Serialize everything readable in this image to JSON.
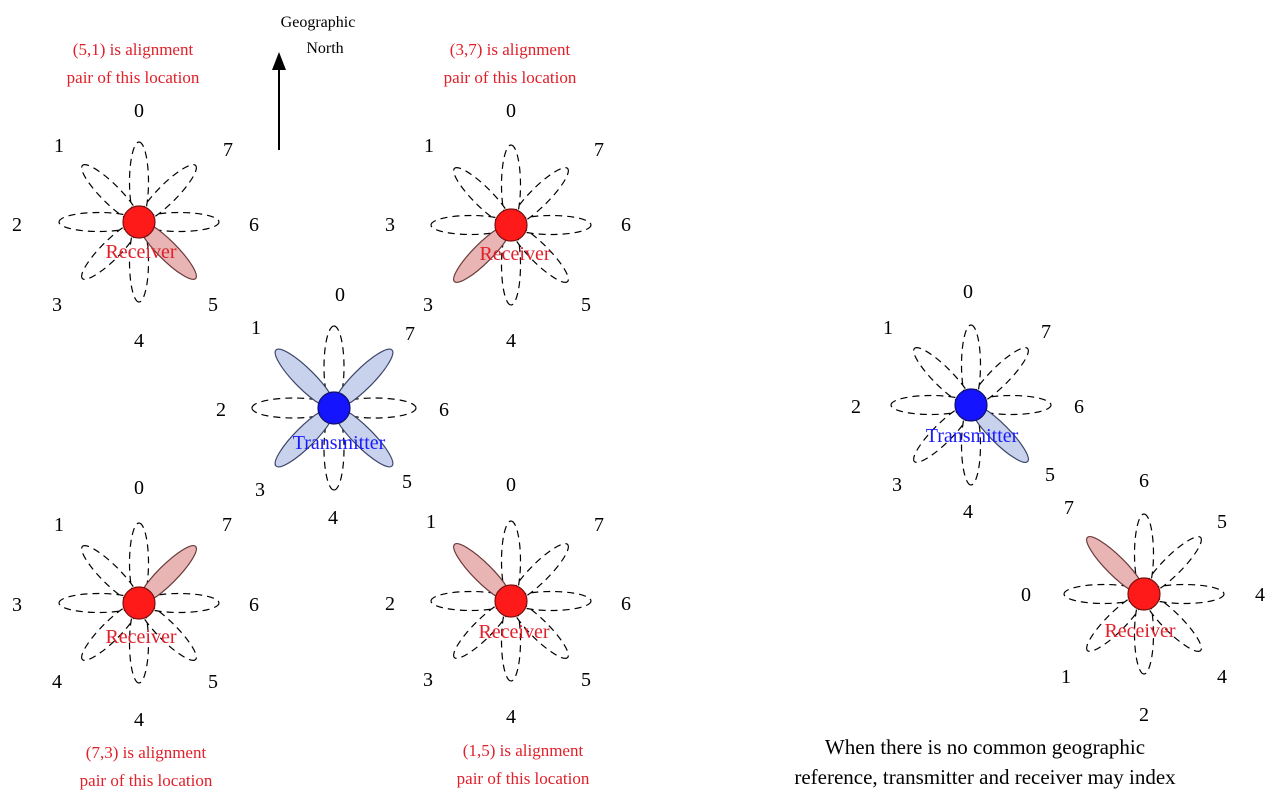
{
  "north": {
    "line1": "Geographic",
    "line2": "North"
  },
  "colors": {
    "receiver_node": "#ff1a1a",
    "transmitter_node": "#1414ff",
    "receiver_beam_fill": "#e8b4b4",
    "transmitter_beam_fill": "#c8d2ec"
  },
  "nodes": [
    {
      "id": "rx-top-left",
      "role": "receiver",
      "label": "Receiver",
      "labels": [
        "0",
        "1",
        "2",
        "3",
        "4",
        "5",
        "6",
        "7"
      ],
      "highlighted_beam": "5",
      "caption": [
        "(5,1) is alignment",
        "pair of this location"
      ]
    },
    {
      "id": "rx-top-right",
      "role": "receiver",
      "label": "Receiver",
      "labels": [
        "0",
        "1",
        "3",
        "3",
        "4",
        "5",
        "6",
        "7"
      ],
      "highlighted_beam": "3",
      "caption": [
        "(3,7) is alignment",
        "pair of this location"
      ]
    },
    {
      "id": "tx-center",
      "role": "transmitter",
      "label": "Transmitter",
      "labels": [
        "0",
        "1",
        "2",
        "3",
        "4",
        "5",
        "6",
        "7"
      ],
      "highlighted_beams": [
        "1",
        "3",
        "5",
        "7"
      ]
    },
    {
      "id": "rx-bottom-left",
      "role": "receiver",
      "label": "Receiver",
      "labels": [
        "0",
        "1",
        "3",
        "4",
        "4",
        "5",
        "6",
        "7"
      ],
      "highlighted_beam": "7",
      "caption": [
        "(7,3) is alignment",
        "pair of this location"
      ]
    },
    {
      "id": "rx-bottom-right",
      "role": "receiver",
      "label": "Receiver",
      "labels": [
        "0",
        "1",
        "2",
        "3",
        "4",
        "5",
        "6",
        "7"
      ],
      "highlighted_beam": "1",
      "caption": [
        "(1,5) is alignment",
        "pair of this location"
      ]
    },
    {
      "id": "tx-right",
      "role": "transmitter",
      "label": "Transmitter",
      "labels": [
        "0",
        "1",
        "2",
        "3",
        "4",
        "5",
        "6",
        "7"
      ],
      "highlighted_beam": "5"
    },
    {
      "id": "rx-right",
      "role": "receiver",
      "label": "Receiver",
      "labels": [
        "6",
        "7",
        "0",
        "1",
        "2",
        "4",
        "4",
        "5"
      ],
      "highlighted_beam": "7"
    }
  ],
  "bottom_note": {
    "line1": "When there is no common geographic",
    "line2": "reference, transmitter and receiver may index"
  }
}
